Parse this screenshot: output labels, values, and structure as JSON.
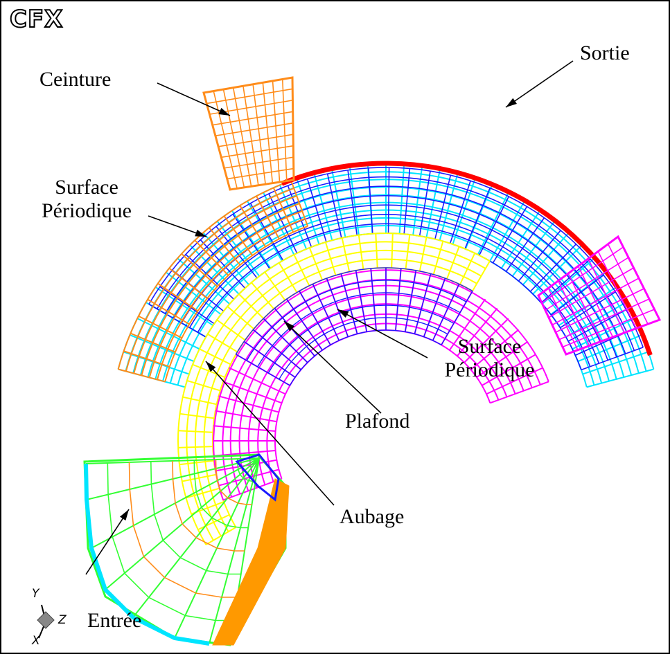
{
  "logo": "CFX",
  "labels": {
    "ceinture": "Ceinture",
    "sortie": "Sortie",
    "surface_periodique_1_line1": "Surface",
    "surface_periodique_1_line2": "Périodique",
    "surface_periodique_2_line1": "Surface",
    "surface_periodique_2_line2": "Périodique",
    "plafond": "Plafond",
    "aubage": "Aubage",
    "entree": "Entrée"
  },
  "axes": {
    "y": "Y",
    "z": "Z",
    "x": "X"
  },
  "colors": {
    "frame": "#000000",
    "background": "#ffffff",
    "ceinture_mesh": "#ff8c1a",
    "outer_mesh": "#00e5ff",
    "inner_mesh": "#1a1aff",
    "plafond_mesh": "#ff00ff",
    "aubage_mesh": "#ffff00",
    "entree_mesh": "#33ff33",
    "sortie_edge": "#ff0000",
    "solid_orange": "#ff9900"
  }
}
